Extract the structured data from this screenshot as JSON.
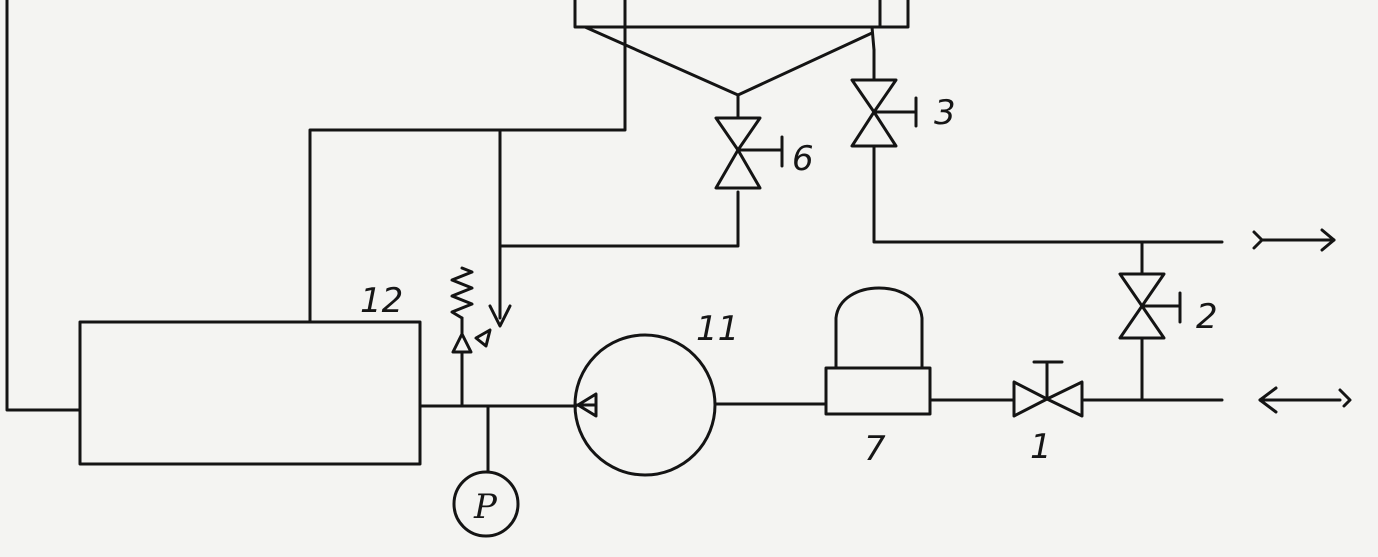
{
  "labels": {
    "valve_1": "1",
    "valve_2": "2",
    "valve_3": "3",
    "valve_6": "6",
    "filter_7": "7",
    "pump_11": "11",
    "tank_12": "12",
    "pressure_gauge": "P"
  },
  "colors": {
    "ink": "#141414",
    "paper": "#f4f4f2"
  }
}
